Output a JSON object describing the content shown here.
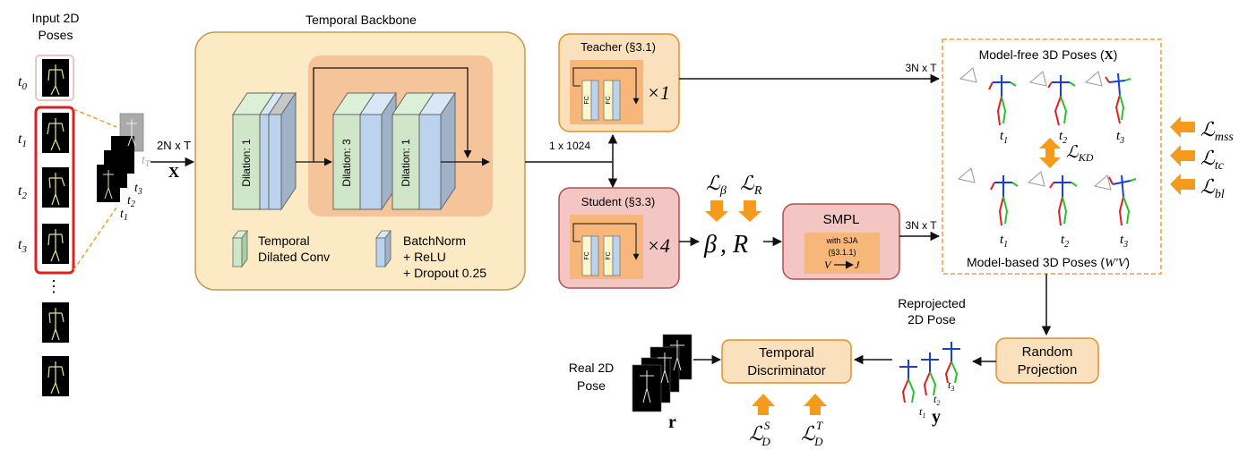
{
  "input": {
    "title_line1": "Input 2D",
    "title_line2": "Poses",
    "t0": "0",
    "t1": "1",
    "t2": "2",
    "t3": "3",
    "dots": "⋮",
    "stack_tT": "T",
    "stack_t3": "3",
    "stack_t2": "2",
    "stack_t1": "1"
  },
  "edges": {
    "input_dim": "2N x T",
    "input_var": "X",
    "backbone_out": "1 x 1024",
    "teacher_out": "3N x T",
    "smpl_out": "3N x T"
  },
  "backbone": {
    "title": "Temporal Backbone",
    "block1": "Dilation: 1",
    "block2": "Dilation: 3",
    "block3": "Dilation: 1",
    "legend_conv_line1": "Temporal",
    "legend_conv_line2": "Dilated Conv",
    "legend_bn_line1": "BatchNorm",
    "legend_bn_line2": "+ ReLU",
    "legend_bn_line3": "+ Dropout 0.25"
  },
  "teacher": {
    "title": "Teacher (§3.1)",
    "fc": "FC",
    "times": "×1"
  },
  "student": {
    "title": "Student (§3.3)",
    "fc": "FC",
    "times": "×4"
  },
  "params": {
    "loss_beta_sub": "β",
    "loss_R_sub": "R",
    "beta": "β",
    "R": "R"
  },
  "smpl": {
    "title": "SMPL",
    "inner_line1": "with SJA",
    "inner_line2": "(§3.1.1)",
    "inner_v": "V",
    "inner_j": "J"
  },
  "poses3d": {
    "model_free_title": "Model-free 3D Poses (",
    "model_free_var": "X",
    "model_based_title": "Model-based 3D Poses (",
    "model_based_var": "W′V",
    "t1": "1",
    "t2": "2",
    "t3": "3",
    "loss_kd": "KD"
  },
  "losses": {
    "mss": "mss",
    "tc": "tc",
    "bl": "bl"
  },
  "reprojected": {
    "line1": "Reprojected",
    "line2": "2D Pose",
    "var": "y",
    "t1": "1",
    "t2": "2",
    "t3": "3"
  },
  "random_projection": {
    "line1": "Random",
    "line2": "Projection"
  },
  "discriminator": {
    "line1": "Temporal",
    "line2": "Discriminator",
    "sup_s": "S",
    "sup_t": "T",
    "sub": "D"
  },
  "real_pose": {
    "line1": "Real 2D",
    "line2": "Pose",
    "var": "r"
  },
  "colors": {
    "backbone_fill": "#fbeac3",
    "backbone_stroke": "#c49a55",
    "inner_orange": "#f5c49a",
    "conv_green": "#cfe6c9",
    "bn_blue": "#bcd3ee",
    "student_fill": "#f3c5c3",
    "student_stroke": "#b05050",
    "arrow_orange": "#f59a1c",
    "dashed_orange": "#f0a030",
    "red_frame": "#e02020"
  }
}
